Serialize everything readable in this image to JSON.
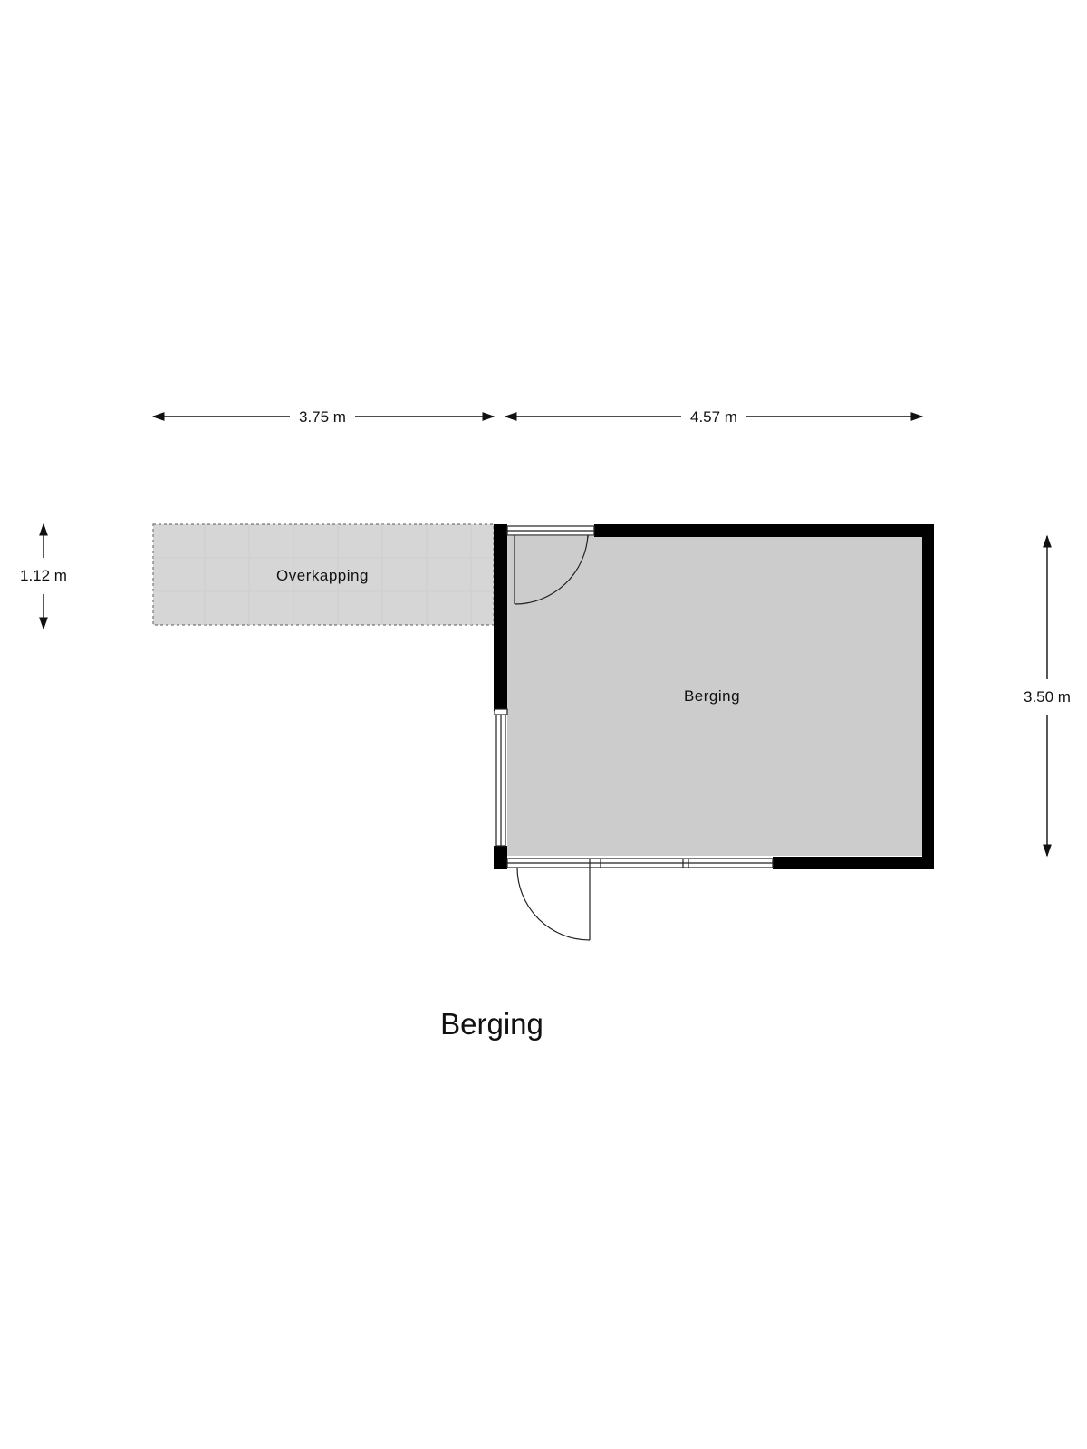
{
  "plan": {
    "title": "Berging",
    "rooms": [
      {
        "id": "overkapping",
        "label": "Overkapping"
      },
      {
        "id": "berging",
        "label": "Berging"
      }
    ],
    "dimensions": {
      "top_left": "3.75 m",
      "top_right": "4.57 m",
      "left": "1.12 m",
      "right": "3.50 m"
    }
  },
  "colors": {
    "wall": "#000000",
    "floor_berging": "#cccccc",
    "floor_overkapping": "#d6d6d6",
    "text": "#111111"
  }
}
